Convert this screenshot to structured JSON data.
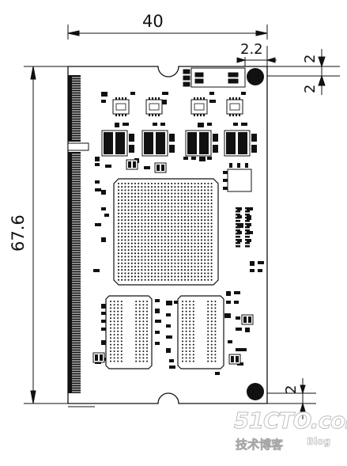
{
  "drawing": {
    "width_label": "40",
    "height_label": "67.6",
    "hole_offset_label": "2.2",
    "top_hole_margin_label": "2",
    "top_hole_margin_label_2": "2",
    "bottom_hole_margin_label": "2"
  },
  "watermark": {
    "site": "51CTO.com",
    "chinese": "技术博客",
    "blog": "Blog"
  }
}
